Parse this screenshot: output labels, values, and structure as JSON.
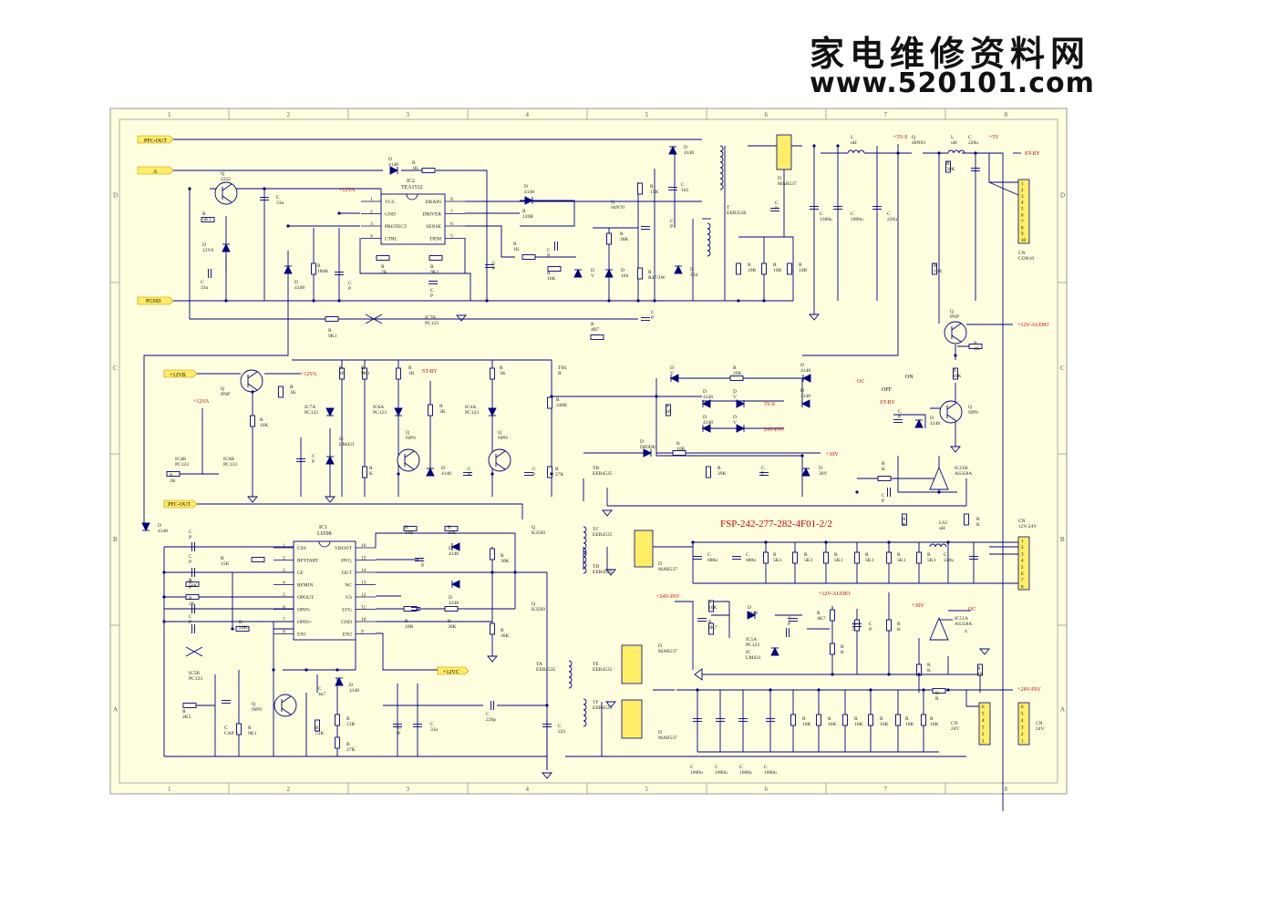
{
  "watermark": {
    "title": "家电维修资料网",
    "url": "www.520101.com"
  },
  "frame": {
    "col_labels": [
      "1",
      "2",
      "3",
      "4",
      "5",
      "6",
      "7",
      "8"
    ],
    "row_labels": [
      "D",
      "C",
      "B",
      "A"
    ]
  },
  "drawing_title": "FSP-242-277-282-4F01-2/2",
  "colors": {
    "paper": "#ffffe0",
    "frame": "#999999",
    "wire": "#000080",
    "tag": "#ffee66",
    "accent": "#cc0000",
    "label": "#222222"
  },
  "net_tags": {
    "pfc_out": "PFC-OUT",
    "a": "A",
    "pgnd": "PGND",
    "v12vb": "+12VB",
    "pfc_out2": "PFC-OUT",
    "v12vc": "+12VC"
  },
  "nets": {
    "v12va": "+12VA",
    "v12va2": "+12VA",
    "v12va3": "+12VA",
    "stby": "ST-BY",
    "stby2": "ST-BY",
    "stby3": "ST-BY",
    "v5vs": "+5V-S",
    "v5v": "+5V",
    "v12audio": "+12V-AUDIO",
    "v12audio2": "+12V-AUDIO",
    "v30": "+30V",
    "v30b": "+30V",
    "oc": "OC",
    "oc2": "OC",
    "v5s": "5V-S",
    "v24inv": "24V-INV",
    "v24inv2": "+24V-INV",
    "v24inv3": "+24V-INV",
    "on": "ON",
    "off": "OFF"
  },
  "ics": {
    "ic2": {
      "ref": "IC2",
      "part": "TEA1532",
      "pins_left": [
        "VCC",
        "GND",
        "PROTECT",
        "CTRL"
      ],
      "pins_right": [
        "DRAIN",
        "DRIVER",
        "SENSE",
        "DEM"
      ],
      "nums_left": [
        "1",
        "2",
        "3",
        "4"
      ],
      "nums_right": [
        "8",
        "7",
        "6",
        "5"
      ]
    },
    "ic1": {
      "ref": "IC1",
      "part": "L6598",
      "pins_left": [
        "CSS",
        "RFSTART",
        "CF",
        "RFMIN",
        "OPOUT",
        "OPIN-",
        "OPIN+",
        "EN1"
      ],
      "pins_right": [
        "VBOOT",
        "HVG",
        "OUT",
        "NC",
        "VS",
        "LVG",
        "GND",
        "EN2"
      ],
      "nums_left": [
        "1",
        "2",
        "3",
        "4",
        "5",
        "6",
        "7",
        "8"
      ],
      "nums_right": [
        "16",
        "15",
        "14",
        "13",
        "12",
        "11",
        "10",
        "9"
      ]
    }
  },
  "labels": {
    "q2222": "Q",
    "q2222v": "2222",
    "r5k1": "R",
    "r5k1v": "5K1",
    "d12v6": "D",
    "d12v6v": "12V6",
    "c33u": "C",
    "c33uv": "33u",
    "c33ub": "C",
    "c33ubv": "33u",
    "d4148a": "D",
    "d4148av": "4148",
    "r1k_a": "R",
    "r1k_av": "1K",
    "d4148b": "D",
    "d4148bv": "4148",
    "r180k": "R",
    "r180kv": "180K",
    "cp1": "C",
    "cp1v": "P",
    "r2k": "R",
    "r2kv": "2K",
    "r9k1": "R",
    "r9k1v": "9K1",
    "cp2": "C",
    "cp2v": "P",
    "ic7b": "IC7B",
    "ic7bv": "PC123",
    "r9k1b": "R",
    "r9k1bv": "9K1",
    "r4r7": "R",
    "r4r7v": "4R7",
    "d4148c": "D",
    "d4148cv": "4148",
    "r120r": "R",
    "r120rv": "120R",
    "q04n": "Q",
    "q04nv": "04N70",
    "r15k": "R",
    "r15kv": "15K",
    "c102": "C",
    "c102v": "102",
    "d4148d": "D",
    "d4148dv": "4148",
    "r1k_b": "R",
    "r1k_bv": "1K",
    "cp3": "C",
    "cp3v": "P",
    "r16k": "R",
    "r16kv": "16K",
    "dv": "D",
    "dvv": "V",
    "d104": "D",
    "d104v": "104",
    "r30k": "R",
    "r30kv": "30K",
    "r47": "R",
    "r47v": "R47/2W",
    "d104b": "D",
    "d104bv": "104",
    "cp4": "C",
    "cp4v": "P",
    "cp5": "C",
    "cp5v": "P",
    "cp6": "C",
    "cp6v": "P",
    "t1": "T",
    "t1v": "EER3530",
    "dmar1": "D",
    "dmar1v": "MAR537",
    "cp7": "C",
    "cp7v": "P",
    "r10ra": "R",
    "r10rav": "10R",
    "r10rb": "R",
    "r10rbv": "10R",
    "r10rc": "R",
    "r10rcv": "10R",
    "c1500": "C",
    "c1500v": "1500u",
    "c1000a": "C",
    "c1000av": "1000u",
    "l1": "L",
    "l1v": "uH",
    "c220a": "C",
    "c220av": "220u",
    "q40n": "Q",
    "q40nv": "40N03",
    "r30kb": "R",
    "r30kbv": "30K",
    "l2": "L",
    "l2v": "uH",
    "c220b": "C",
    "c220bv": "220u",
    "cn10": "CN",
    "cn10v": "CON10",
    "r10rd": "R",
    "r10rdv": "10R",
    "qpnp": "Q",
    "qpnpv": "PNP",
    "r1kc": "R",
    "r1kcv": "1K",
    "r10k": "R",
    "r10kv": "10K",
    "qnpn1": "Q",
    "qnpn1v": "NPN",
    "cp8": "C",
    "cp8v": "P",
    "d4148e": "D",
    "d4148ev": "4148",
    "qpnp2": "Q",
    "qpnp2v": "PNP",
    "r1kd": "R",
    "r1kdv": "1K",
    "r10kb": "R",
    "r10kbv": "10K",
    "ic4b": "IC4B",
    "ic4bv": "PC123",
    "ic6b": "IC6B",
    "ic6bv": "PC123",
    "r1ke": "R",
    "r1kev": "1K",
    "r1kf": "R",
    "r1kfv": "1K",
    "r9k1c": "R",
    "r9k1cv": "9K1",
    "r1kg": "R",
    "r1kgv": "1K",
    "ic7a": "IC7A",
    "ic7av": "PC123",
    "ic6a": "IC6A",
    "ic6av": "PC123",
    "iclm": "IC",
    "iclmv": "LM431",
    "cp9": "C",
    "cp9v": "P",
    "rk1": "R",
    "rk1v": "K",
    "qnpn2": "Q",
    "qnpn2v": "NPN",
    "r3k": "R",
    "r3kv": "3K",
    "d4148f": "D",
    "d4148fv": "4148",
    "cp10": "C",
    "cp10v": "P",
    "ic4a": "IC4A",
    "ic4av": "PC123",
    "r1kh": "R",
    "r1khv": "1K",
    "qnpn3": "Q",
    "qnpn3v": "NPN",
    "th1": "TH1",
    "th1v": "R",
    "r240k": "R",
    "r240kv": "240K",
    "cp11": "C",
    "cp11v": "P",
    "r27k": "R",
    "r27kv": "27K",
    "dv2": "D",
    "dv2v": "V",
    "r20k": "R",
    "r20kv": "20K",
    "d4148g": "D",
    "d4148gv": "4148",
    "d4148h": "D",
    "d4148hv": "4148",
    "r1ki": "R",
    "r1kiv": "1K",
    "d4148i": "D",
    "d4148iv": "4148",
    "dv3": "D",
    "dv3v": "V",
    "d4148j": "D",
    "d4148jv": "4148",
    "dv4": "D",
    "dv4v": "V",
    "tb": "TB",
    "tbv": "EER4535",
    "ddiode": "D",
    "ddiodev": "DIODE",
    "r10rf": "R",
    "r10rfv": "10R",
    "r39k": "R",
    "r39kv": "39K",
    "cp12": "C",
    "cp12v": "P",
    "d30v": "D",
    "d30vv": "30V",
    "rk2": "R",
    "rk2v": "K",
    "cp13": "C",
    "cp13v": "P",
    "ic51b": "IC51B",
    "ic51bv": "AS358A",
    "rk3": "R",
    "rk3v": "K",
    "ls2": "LS2",
    "ls2v": "uH",
    "rk4": "R",
    "rk4v": "K",
    "cn12": "CN",
    "cn12v": "12V-24V",
    "tc": "TC",
    "tcv": "EER4535",
    "td": "TD",
    "tdv": "EER4535",
    "dmar2": "D",
    "dmar2v": "MAR537",
    "c680a": "C",
    "c680av": "680u",
    "c680b": "C",
    "c680bv": "680u",
    "r5k1a": "R",
    "r5k1av": "5K1",
    "r5k1b": "R",
    "r5k1bv": "5K1",
    "r5k1c": "R",
    "r5k1cv": "5K1",
    "r5k1d": "R",
    "r5k1dv": "5K1",
    "r5k1e": "R",
    "r5k1ev": "5K1",
    "r5k1f": "R",
    "r5k1fv": "5K1",
    "c220c": "C",
    "c220cv": "220u",
    "r16kb": "R",
    "r16kbv": "16K",
    "r4k7": "R",
    "r4k7v": "4K7",
    "d4148k": "D",
    "d4148kv": "4148",
    "ic5a": "IC5A",
    "ic5av": "PC123",
    "iclm2": "IC",
    "iclm2v": "LM431",
    "cp14": "C",
    "cp14v": "P",
    "r4k7b": "R",
    "r4k7bv": "4K7",
    "cp15": "C",
    "cp15v": "P",
    "rk5": "R",
    "rk5v": "K",
    "cp16": "C",
    "cp16v": "P",
    "rk6": "R",
    "rk6v": "K",
    "ic51a": "IC51A",
    "ic51av": "AS358A",
    "ic51apin": "4",
    "rk7": "R",
    "rk7v": "K",
    "r1kj": "R",
    "r1kjv": "1K",
    "rr": "R",
    "rrv": "R",
    "ta": "TA",
    "tav": "EER4535",
    "te": "TE",
    "tev": "EER4535",
    "tf": "TF",
    "tfv": "EER4535",
    "dmar3": "D",
    "dmar3v": "MAR537",
    "dmar4": "D",
    "dmar4v": "MAR537",
    "c1000b": "C",
    "c1000bv": "1000u",
    "c1000c": "C",
    "c1000cv": "1000u",
    "c1000d": "C",
    "c1000dv": "1000u",
    "c1000e": "C",
    "c1000ev": "1000u",
    "r16kc": "R",
    "r16kcv": "16K",
    "r16kd": "R",
    "r16kdv": "16K",
    "r16ke": "R",
    "r16kev": "16K",
    "r16kf": "R",
    "r16kfv": "16K",
    "r16kg": "R",
    "r16kgv": "16K",
    "r16kh": "R",
    "r16khv": "16K",
    "cn24a": "CN",
    "cn24av": "24V",
    "cn24b": "CN",
    "cn24bv": "24V",
    "d4148l": "D",
    "d4148lv": "4148",
    "cpa": "C",
    "cpav": "P",
    "cpb": "C",
    "cpbv": "P",
    "r15kb": "R",
    "r15kbv": "15K",
    "cpc": "C",
    "cpcv": "P",
    "r56k": "R",
    "r56kv": "56K",
    "r2kb": "R",
    "r2kbv": "2K",
    "cpd": "C",
    "cpdv": "P",
    "r20kb": "R",
    "r20kbv": "20K",
    "ic5b": "IC5B",
    "ic5bv": "PC123",
    "r2k5": "R",
    "r2k5v": "2K5",
    "ccap": "C",
    "ccapv": "CAP",
    "r9k1d": "R",
    "r9k1dv": "9K1",
    "qnpn4": "Q",
    "qnpn4v": "NPN",
    "c4u7": "C",
    "c4u7v": "4u7",
    "d4148m": "D",
    "d4148mv": "4148",
    "r51k": "R",
    "r51kv": "51K",
    "r51r": "R",
    "r51rv": "51R",
    "r27r": "R",
    "r27rv": "27R",
    "cpe": "C",
    "cpev": "P",
    "c33uc": "C",
    "c33ucv": "33u",
    "c220p": "C",
    "c220pv": "220p",
    "c223": "C",
    "c223v": "223",
    "r10rg": "R",
    "r10rgv": "10R",
    "r30kc": "R",
    "r30kcv": "30K",
    "d4148n": "D",
    "d4148nv": "4148",
    "cpf": "C",
    "cpfv": "P",
    "qk1": "Q",
    "qk1v": "K3569",
    "r30kd": "R",
    "r30kdv": "30K",
    "r10rh": "R",
    "r10rhv": "10R",
    "r30ke": "R",
    "r30kev": "30K",
    "d4148o": "D",
    "d4148ov": "4148",
    "qk2": "Q",
    "qk2v": "K3569",
    "r30kf": "R",
    "r30kfv": "30K"
  },
  "connector_pins": {
    "cn10": [
      "1",
      "2",
      "3",
      "4",
      "5",
      "6",
      "7",
      "8",
      "9",
      "10"
    ],
    "cn12": [
      "1",
      "2",
      "3",
      "4",
      "5",
      "6",
      "7",
      "8"
    ],
    "cn24": [
      "6",
      "5",
      "4",
      "3",
      "2",
      "1"
    ]
  }
}
